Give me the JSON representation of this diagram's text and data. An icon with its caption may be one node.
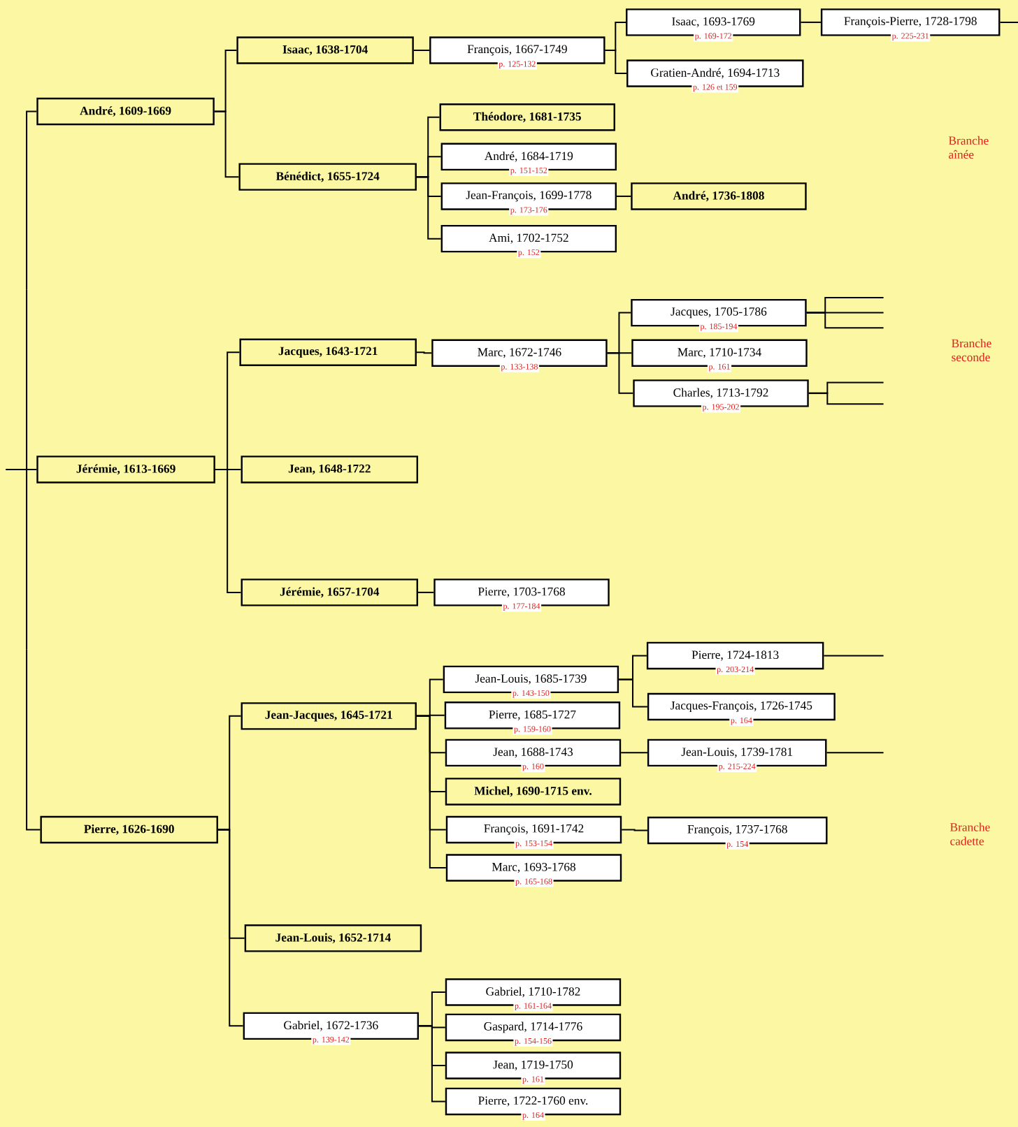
{
  "diagram": {
    "nodes": [
      {
        "text": [
          "André, 1609-1669"
        ]
      },
      {
        "text": [
          "Isaac, 1638-1704"
        ]
      },
      {
        "text": [
          "François, 1667-1749"
        ],
        "beside": [
          "p. 125-132"
        ]
      },
      {
        "text": [
          "Isaac, 1693-1769"
        ],
        "beside": [
          "p. 169-172"
        ]
      },
      {
        "text": [
          "François-Pierre, 1728-1798"
        ],
        "beside": [
          "p. 225-231"
        ]
      },
      {
        "text": [
          "Gratien-André, 1694-1713"
        ],
        "beside": [
          "p. 126 et 159"
        ]
      },
      {
        "text": [
          "Bénédict, 1655-1724"
        ]
      },
      {
        "text": [
          "Théodore, 1681-1735"
        ]
      },
      {
        "text": [
          "André, 1684-1719"
        ],
        "beside": [
          "p. 151-152"
        ]
      },
      {
        "text": [
          "Jean-François, 1699-1778"
        ],
        "beside": [
          "p. 173-176"
        ]
      },
      {
        "text": [
          "André, 1736-1808"
        ]
      },
      {
        "text": [
          "Ami, 1702-1752"
        ],
        "beside": [
          "p. 152"
        ]
      },
      {
        "text": [
          "Jérémie, 1613-1669"
        ]
      },
      {
        "text": [
          "Jacques, 1643-1721"
        ]
      },
      {
        "text": [
          "Marc, 1672-1746"
        ],
        "beside": [
          "p. 133-138"
        ]
      },
      {
        "text": [
          "Jacques, 1705-1786"
        ],
        "beside": [
          "p. 185-194"
        ]
      },
      {
        "text": [
          "Marc, 1710-1734"
        ],
        "beside": [
          "p. 161"
        ]
      },
      {
        "text": [
          "Charles, 1713-1792"
        ],
        "beside": [
          "p. 195-202"
        ]
      },
      {
        "text": [
          "Jean, 1648-1722"
        ]
      },
      {
        "text": [
          "Jérémie, 1657-1704"
        ]
      },
      {
        "text": [
          "Pierre, 1703-1768"
        ],
        "beside": [
          "p. 177-184"
        ]
      },
      {
        "text": [
          "Pierre, 1626-1690"
        ]
      },
      {
        "text": [
          "Jean-Jacques, 1645-1721"
        ]
      },
      {
        "text": [
          "Jean-Louis, 1685-1739"
        ],
        "beside": [
          "p. 143-150"
        ]
      },
      {
        "text": [
          "Pierre, 1724-1813"
        ],
        "beside": [
          "p. 203-214"
        ]
      },
      {
        "text": [
          "Jacques-François, 1726-1745"
        ],
        "beside": [
          "p. 164"
        ]
      },
      {
        "text": [
          "Pierre, 1685-1727"
        ],
        "beside": [
          "p. 159-160"
        ]
      },
      {
        "text": [
          "Jean, 1688-1743"
        ],
        "beside": [
          "p. 160"
        ]
      },
      {
        "text": [
          "Jean-Louis, 1739-1781"
        ],
        "beside": [
          "p. 215-224"
        ]
      },
      {
        "text": [
          "Michel, 1690-1715 env."
        ]
      },
      {
        "text": [
          "François, 1691-1742"
        ],
        "beside": [
          "p. 153-154"
        ]
      },
      {
        "text": [
          "François, 1737-1768"
        ],
        "beside": [
          "p. 154"
        ]
      },
      {
        "text": [
          "Marc, 1693-1768"
        ],
        "beside": [
          "p. 165-168"
        ]
      },
      {
        "text": [
          "Jean-Louis, 1652-1714"
        ]
      },
      {
        "text": [
          "Gabriel, 1672-1736"
        ],
        "beside": [
          "p. 139-142"
        ]
      },
      {
        "text": [
          "Gabriel, 1710-1782"
        ],
        "beside": [
          "p. 161-164"
        ]
      },
      {
        "text": [
          "Gaspard, 1714-1776"
        ],
        "beside": [
          "p. 154-156"
        ]
      },
      {
        "text": [
          "Jean, 1719-1750"
        ],
        "beside": [
          "p. 161"
        ]
      },
      {
        "text": [
          "Pierre, 1722-1760 env."
        ],
        "beside": [
          "p. 164"
        ]
      }
    ],
    "edges": [
      {
        "from": null,
        "to": 0,
        "arrow": "none"
      },
      {
        "from": null,
        "to": 12,
        "arrow": "none"
      },
      {
        "from": null,
        "to": 21,
        "arrow": "none"
      },
      {
        "from": 0,
        "to": 1,
        "arrow": "none"
      },
      {
        "from": 1,
        "to": 2,
        "arrow": "none"
      },
      {
        "from": 2,
        "to": 3,
        "arrow": "none"
      },
      {
        "from": 3,
        "to": 4,
        "arrow": "none"
      },
      {
        "from": 2,
        "to": 5,
        "arrow": "none"
      },
      {
        "from": 0,
        "to": 6,
        "arrow": "none"
      },
      {
        "from": 6,
        "to": 7,
        "arrow": "none"
      },
      {
        "from": 6,
        "to": 8,
        "arrow": "none"
      },
      {
        "from": 6,
        "to": 9,
        "arrow": "none"
      },
      {
        "from": 9,
        "to": 10,
        "arrow": "none"
      },
      {
        "from": 6,
        "to": 11,
        "arrow": "none"
      },
      {
        "from": 12,
        "to": 13,
        "arrow": "none"
      },
      {
        "from": 13,
        "to": 14,
        "arrow": "none"
      },
      {
        "from": 14,
        "to": 15,
        "arrow": "none"
      },
      {
        "from": 14,
        "to": 16,
        "arrow": "none"
      },
      {
        "from": 14,
        "to": 17,
        "arrow": "none"
      },
      {
        "from": 12,
        "to": 18,
        "arrow": "none"
      },
      {
        "from": 12,
        "to": 19,
        "arrow": "none"
      },
      {
        "from": 19,
        "to": 20,
        "arrow": "none"
      },
      {
        "from": 21,
        "to": 22,
        "arrow": "none"
      },
      {
        "from": 22,
        "to": 23,
        "arrow": "none"
      },
      {
        "from": 23,
        "to": 24,
        "arrow": "none"
      },
      {
        "from": 23,
        "to": 25,
        "arrow": "none"
      },
      {
        "from": 22,
        "to": 26,
        "arrow": "none"
      },
      {
        "from": 22,
        "to": 27,
        "arrow": "none"
      },
      {
        "from": 27,
        "to": 28,
        "arrow": "none"
      },
      {
        "from": 22,
        "to": 29,
        "arrow": "none"
      },
      {
        "from": 22,
        "to": 30,
        "arrow": "none"
      },
      {
        "from": 30,
        "to": 31,
        "arrow": "none"
      },
      {
        "from": 22,
        "to": 32,
        "arrow": "none"
      },
      {
        "from": 21,
        "to": 33,
        "arrow": "none"
      },
      {
        "from": 21,
        "to": 34,
        "arrow": "none"
      },
      {
        "from": 34,
        "to": 35,
        "arrow": "none"
      },
      {
        "from": 34,
        "to": 36,
        "arrow": "none"
      },
      {
        "from": 34,
        "to": 37,
        "arrow": "none"
      },
      {
        "from": 34,
        "to": 38,
        "arrow": "none"
      },
      {
        "from": 4,
        "to": null,
        "arrow": "none"
      },
      {
        "from": 15,
        "to": null,
        "arrow": "none"
      },
      {
        "from": 15,
        "to": null,
        "arrow": "none"
      },
      {
        "from": 15,
        "to": null,
        "arrow": "none"
      },
      {
        "from": 17,
        "to": null,
        "arrow": "none"
      },
      {
        "from": 17,
        "to": null,
        "arrow": "none"
      },
      {
        "from": 24,
        "to": null,
        "arrow": "none"
      },
      {
        "from": 28,
        "to": null,
        "arrow": "none"
      }
    ],
    "labels": [
      "Branche aînée",
      "Branche seconde",
      "Branche cadette"
    ]
  }
}
